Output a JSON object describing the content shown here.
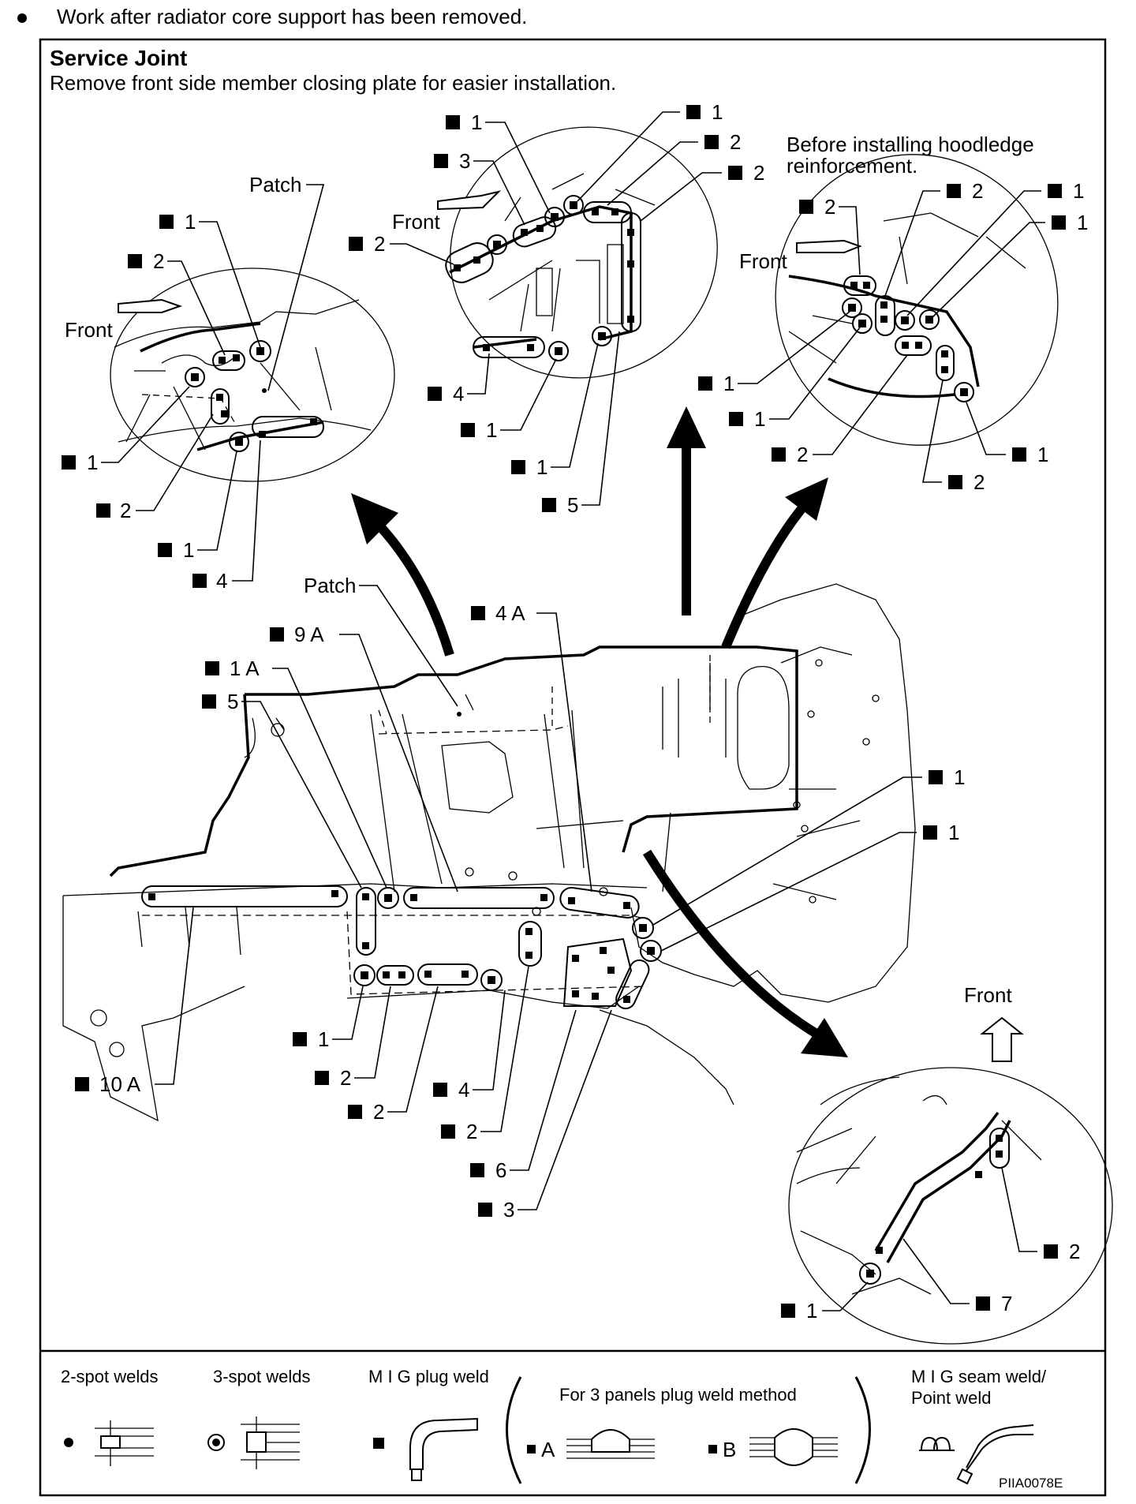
{
  "header": {
    "bullet_text": "Work after radiator core support has been removed."
  },
  "panel": {
    "title": "Service Joint",
    "subtitle": "Remove front side member closing plate for easier installation."
  },
  "detail_top_left": {
    "patch": "Patch",
    "front": "Front",
    "labels": [
      "1",
      "2",
      "1",
      "2",
      "1",
      "4"
    ]
  },
  "detail_top_center": {
    "front": "Front",
    "labels": [
      "1",
      "3",
      "2",
      "1",
      "2",
      "2",
      "4",
      "1",
      "1",
      "5"
    ]
  },
  "detail_top_right": {
    "note": [
      "Before installing hoodledge",
      "reinforcement."
    ],
    "front": "Front",
    "labels": [
      "2",
      "2",
      "1",
      "1",
      "1",
      "1",
      "2",
      "2",
      "1"
    ]
  },
  "main_view": {
    "patch": "Patch",
    "labels_top": [
      "4 A",
      "9 A",
      "1 A",
      "5"
    ],
    "labels_right": [
      "1",
      "1"
    ],
    "labels_bottom": [
      "1",
      "10 A",
      "2",
      "4",
      "2",
      "2",
      "6",
      "3"
    ]
  },
  "detail_bottom_right": {
    "front": "Front",
    "labels": [
      "2",
      "1",
      "7"
    ]
  },
  "legend": {
    "two_spot": "2-spot welds",
    "three_spot": "3-spot welds",
    "mig_plug": "M I G plug weld",
    "three_panel": "For 3 panels plug weld method",
    "mig_seam_1": "M I G seam weld/",
    "mig_seam_2": "Point weld",
    "method_a": "A",
    "method_b": "B"
  },
  "figure_id": "PIIA0078E"
}
